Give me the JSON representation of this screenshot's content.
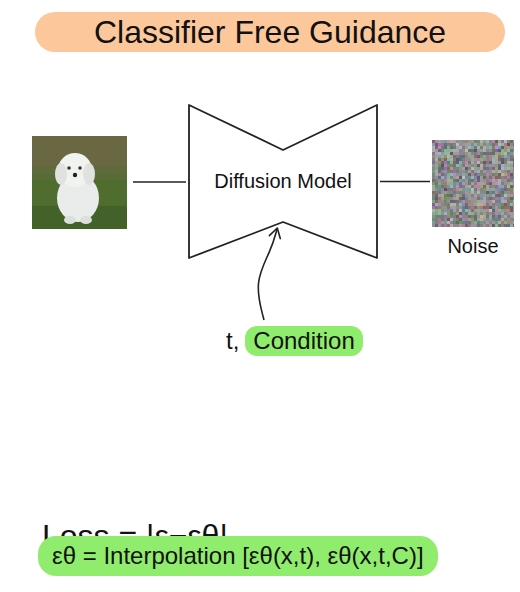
{
  "diagram": {
    "title": "Classifier Free Guidance",
    "nodes": [
      {
        "text": [
          "Diffusion Model"
        ]
      },
      {
        "text": [
          "Noise"
        ]
      },
      {
        "text": [
          "t,",
          "Condition"
        ]
      },
      {
        "text": [
          "εθ = Interpolation [εθ(x,t), εθ(x,t,C)]"
        ]
      }
    ],
    "edges": [
      {
        "from": 0,
        "to": 1,
        "arrow": "none"
      },
      {
        "from": 2,
        "to": 0,
        "arrow": "to"
      }
    ],
    "labels": [
      "Loss = |ε−εθ|"
    ]
  }
}
